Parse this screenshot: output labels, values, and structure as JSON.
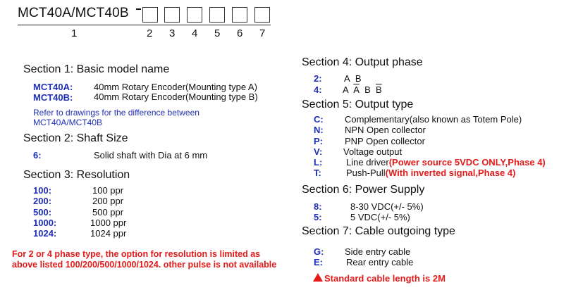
{
  "header": {
    "model": "MCT40A/MCT40B",
    "numbers": [
      "1",
      "2",
      "3",
      "4",
      "5",
      "6",
      "7"
    ]
  },
  "s1": {
    "title": "Section 1: Basic model name",
    "rows": [
      {
        "code": "MCT40A:",
        "desc": "40mm Rotary  Encoder(Mounting type A)"
      },
      {
        "code": "MCT40B:",
        "desc": "40mm Rotary  Encoder(Mounting type B)"
      }
    ],
    "ref1": "Refer to drawings for the difference between",
    "ref2": "MCT40A/MCT40B"
  },
  "s2": {
    "title": "Section 2: Shaft Size",
    "code": "6:",
    "desc": "Solid shaft with Dia at 6 mm"
  },
  "s3": {
    "title": "Section 3: Resolution",
    "rows": [
      {
        "code": "100:",
        "desc": "100 ppr"
      },
      {
        "code": "200:",
        "desc": "200 ppr"
      },
      {
        "code": "500:",
        "desc": "500 ppr"
      },
      {
        "code": "1000:",
        "desc": "1000 ppr"
      },
      {
        "code": "1024:",
        "desc": "1024 ppr"
      }
    ],
    "note": "For 2 or 4 phase type, the option for resolution is limited as above listed 100/200/500/1000/1024. other pulse is not available"
  },
  "s4": {
    "title": "Section 4: Output phase",
    "r1": {
      "code": "2:",
      "a": "A",
      "b": "B"
    },
    "r2": {
      "code": "4:",
      "a": "A",
      "abar": "A",
      "b": "B",
      "bbar": "B"
    }
  },
  "s5": {
    "title": "Section 5: Output type",
    "rows": [
      {
        "code": "C:",
        "desc": "Complementary(also known as Totem Pole)"
      },
      {
        "code": "N:",
        "desc": "NPN Open collector"
      },
      {
        "code": "P:",
        "desc": "PNP Open collector"
      },
      {
        "code": "V:",
        "desc": "Voltage output"
      }
    ],
    "l": {
      "code": "L:",
      "desc": "Line driver",
      "red": "(Power source 5VDC ONLY,Phase 4)"
    },
    "t": {
      "code": "T:",
      "desc": "Push-Pull",
      "red": "(With inverted signal,Phase 4)"
    }
  },
  "s6": {
    "title": "Section 6: Power Supply",
    "rows": [
      {
        "code": "8:",
        "desc": "8-30 VDC(+/- 5%)"
      },
      {
        "code": "5:",
        "desc": "5 VDC(+/- 5%)"
      }
    ]
  },
  "s7": {
    "title": "Section 7: Cable outgoing type",
    "rows": [
      {
        "code": "G:",
        "desc": "Side entry cable"
      },
      {
        "code": "E:",
        "desc": "Rear entry cable"
      }
    ],
    "standard": "Standard cable length is 2M"
  },
  "colors": {
    "blue": "#1f2fb8",
    "red": "#e41a1a",
    "text": "#111111"
  }
}
